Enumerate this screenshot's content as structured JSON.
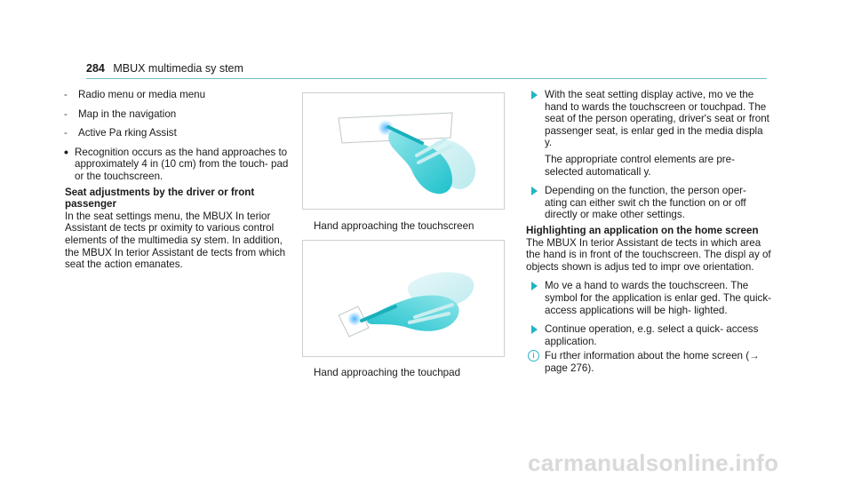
{
  "header": {
    "page_number": "284",
    "title": "MBUX multimedia sy stem"
  },
  "left_column": {
    "dash_items": [
      "Radio menu or media menu",
      "Map in the navigation",
      "Active Pa rking Assist"
    ],
    "bullet_text": "Recognition occurs as the hand approaches to approximately 4 in (10 cm) from the touch‐ pad or the touchscreen.",
    "heading": "Seat adjustments by the driver or front passenger",
    "paragraph": "In the seat settings menu, the MBUX In terior Assistant de tects pr oximity to various control elements of the multimedia sy stem. In addition, the MBUX In terior Assistant de tects from which seat the action emanates."
  },
  "figures": {
    "caption_touchscreen": "Hand approaching the touchscreen",
    "caption_touchpad": "Hand approaching the touchpad"
  },
  "right_column": {
    "step1_a": "With the seat setting display active, mo ve the hand to wards the touchscreen or touchpad. The seat of the person operating, driver's seat or front passenger seat, is enlar ged in the media displa y.",
    "step1_b": "The appropriate control elements are pre‐ selected automaticall y.",
    "step2": "Depending on the function, the person oper‐ ating can either swit ch the function on or off directly or make other settings.",
    "heading": "Highlighting an application on the home screen",
    "paragraph": "The MBUX In terior Assistant de tects in which area the hand is in front of the touchscreen. The displ ay of objects shown is adjus ted to impr ove orientation.",
    "step3": "Mo ve a hand to wards the touchscreen. The symbol for the application is enlar ged. The quick-access applications will be high‐ lighted.",
    "step4": "Continue operation, e.g. select a quick- access application.",
    "note": "Fu rther information about the home screen (→ page 276)."
  },
  "watermark": "carmanualsonline.info",
  "colors": {
    "accent": "#20b5c3",
    "hand": "#5fd3dc",
    "rule": "#6cbfc7"
  }
}
